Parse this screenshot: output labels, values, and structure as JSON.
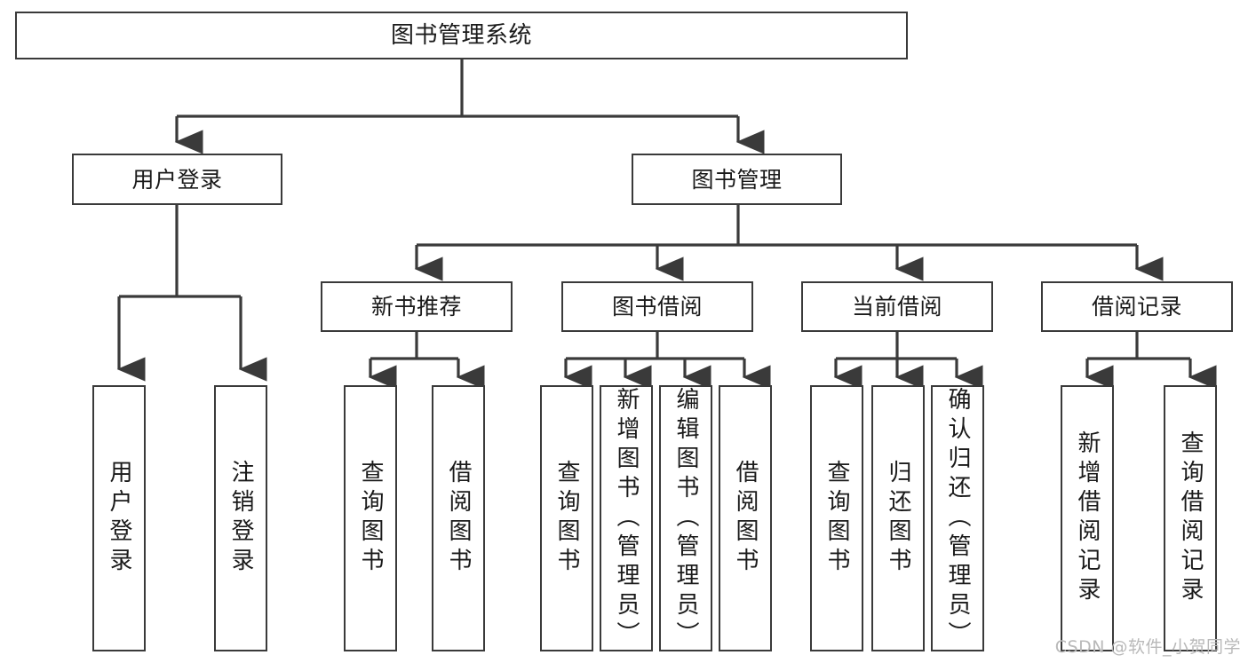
{
  "diagram": {
    "type": "tree-hierarchy",
    "title": "图书管理系统",
    "watermark": "CSDN @软件_小贺同学",
    "colors": {
      "box_border": "#3a3a3a",
      "box_fill": "#ffffff",
      "connector": "#3a3a3a",
      "text": "#1a1a1a",
      "watermark": "#b9b9b9",
      "background": "#ffffff"
    },
    "levels": {
      "root": {
        "label": "图书管理系统"
      },
      "level2": [
        {
          "label": "用户登录"
        },
        {
          "label": "图书管理"
        }
      ],
      "level3": [
        {
          "label": "新书推荐"
        },
        {
          "label": "图书借阅"
        },
        {
          "label": "当前借阅"
        },
        {
          "label": "借阅记录"
        }
      ],
      "leaves": {
        "user_login": [
          {
            "label": "用户登录"
          },
          {
            "label": "注销登录"
          }
        ],
        "new_book_recommend": [
          {
            "label": "查询图书"
          },
          {
            "label": "借阅图书"
          }
        ],
        "book_borrow": [
          {
            "label": "查询图书"
          },
          {
            "label": "新增图书（管理员）"
          },
          {
            "label": "编辑图书（管理员）"
          },
          {
            "label": "借阅图书"
          }
        ],
        "current_borrow": [
          {
            "label": "查询图书"
          },
          {
            "label": "归还图书"
          },
          {
            "label": "确认归还（管理员）"
          }
        ],
        "borrow_record": [
          {
            "label": "新增借阅记录"
          },
          {
            "label": "查询借阅记录"
          }
        ]
      }
    }
  }
}
